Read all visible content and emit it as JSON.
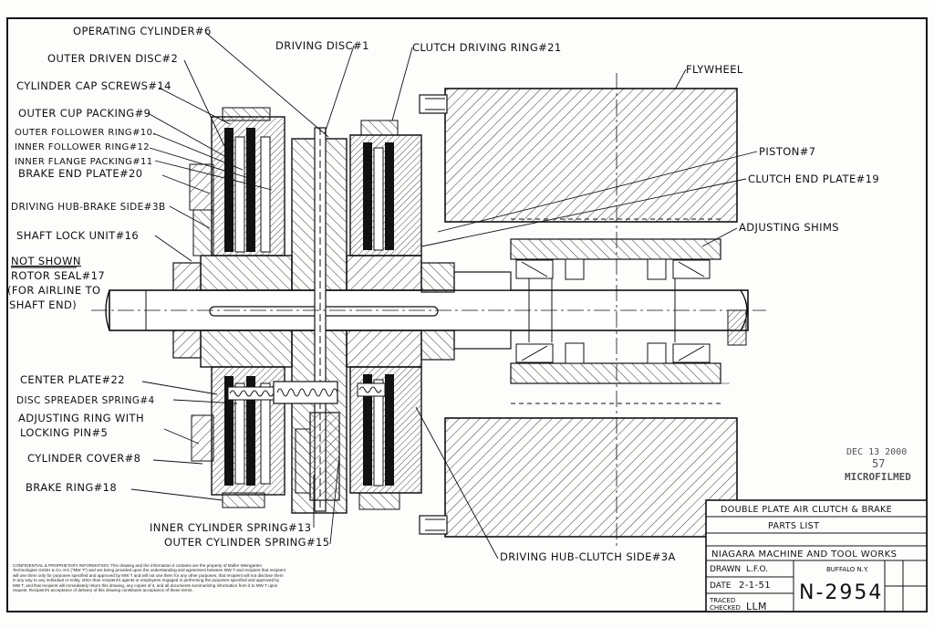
{
  "labels": {
    "operating_cylinder": "OPERATING CYLINDER#6",
    "outer_driven_disc": "OUTER DRIVEN DISC#2",
    "cylinder_cap_screws": "CYLINDER CAP SCREWS#14",
    "outer_cup_packing": "OUTER CUP PACKING#9",
    "outer_follower_ring": "OUTER FOLLOWER RING#10.",
    "inner_follower_ring": "INNER FOLLOWER RING#12",
    "inner_flange_packing": "INNER FLANGE PACKING#11",
    "brake_end_plate": "BRAKE END PLATE#20",
    "driving_hub_brake_side": "DRIVING HUB-BRAKE SIDE#3B",
    "shaft_lock_unit": "SHAFT LOCK UNIT#16",
    "not_shown": "NOT SHOWN",
    "rotor_seal": "ROTOR SEAL#17",
    "for_airline": "(FOR AIRLINE TO",
    "shaft_end": "SHAFT END)",
    "center_plate": "CENTER PLATE#22",
    "disc_spreader_spring": "DISC SPREADER SPRING#4",
    "adjusting_ring": "ADJUSTING RING WITH",
    "locking_pin": "LOCKING PIN#5",
    "cylinder_cover": "CYLINDER COVER#8",
    "brake_ring": "BRAKE RING#18",
    "inner_cylinder_spring": "INNER CYLINDER SPRING#13",
    "outer_cylinder_spring": "OUTER CYLINDER SPRING#15",
    "driving_disc": "DRIVING DISC#1",
    "clutch_driving_ring": "CLUTCH DRIVING RING#21",
    "flywheel": "FLYWHEEL",
    "piston": "PISTON#7",
    "clutch_end_plate": "CLUTCH END PLATE#19",
    "adjusting_shims": "ADJUSTING SHIMS",
    "driving_hub_clutch_side": "DRIVING HUB-CLUTCH SIDE#3A"
  },
  "title_block": {
    "title": "DOUBLE PLATE AIR CLUTCH & BRAKE",
    "subtitle": "PARTS LIST",
    "company": "NIAGARA MACHINE AND TOOL WORKS",
    "drawn_label": "DRAWN",
    "drawn_value": "L.F.O.",
    "location": "BUFFALO N.Y.",
    "date_label": "DATE",
    "date_value": "2-1-51",
    "traced_label": "TRACED",
    "checked_label": "CHECKED",
    "checked_value": "LLM",
    "drawing_number": "N-2954"
  },
  "stamp": {
    "date": "DEC 13 2000",
    "code": "57",
    "text": "MICROFILMED"
  },
  "confidential_notice": "CONFIDENTIAL & PROPRIETARY INFORMATION: This drawing and the information it contains are the property of Müller Weingarten Technologies GmbH & Co. KG (\"MW T\") and are being provided upon the understanding and agreement between MW T and recipient that recipient will use them only for purposes specified and approved by MW T and will not use them for any other purposes, that recipient will not disclose them in any way to any individual or entity, other than recipient's agents or employees engaged in performing the purposes specified and approved by MW T, and that recipient will immediately return this drawing, any copies of it, and all documents summarizing information from it to MW T upon request. Recipient's acceptance of delivery of this drawing constitutes acceptance of these terms."
}
